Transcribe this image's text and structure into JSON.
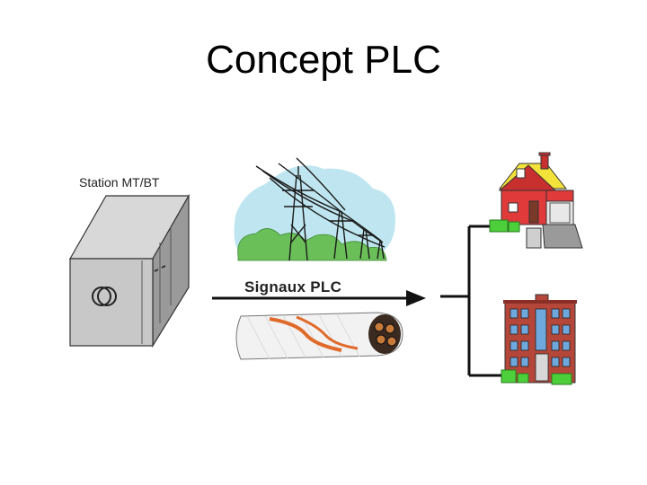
{
  "title": "Concept PLC",
  "station_label": "Station MT/BT",
  "signal_label": "Signaux PLC",
  "colors": {
    "cabinet": "#c8c8c8",
    "cabinet_dark": "#9a9a9a",
    "sky": "#bfe6f0",
    "trees": "#6bbf59",
    "house_red": "#e03a3a",
    "roof_yellow": "#f2e23a",
    "building_brown": "#b5473a",
    "window_blue": "#6fa8dc",
    "meter_green": "#4ccf3a",
    "cable_white": "#f2f2f2",
    "cable_stripe": "#e06a2a"
  },
  "icons": [
    "transformer-icon",
    "power-pylon-icon",
    "cable-icon",
    "house-icon",
    "apartment-building-icon",
    "meter-icon"
  ]
}
